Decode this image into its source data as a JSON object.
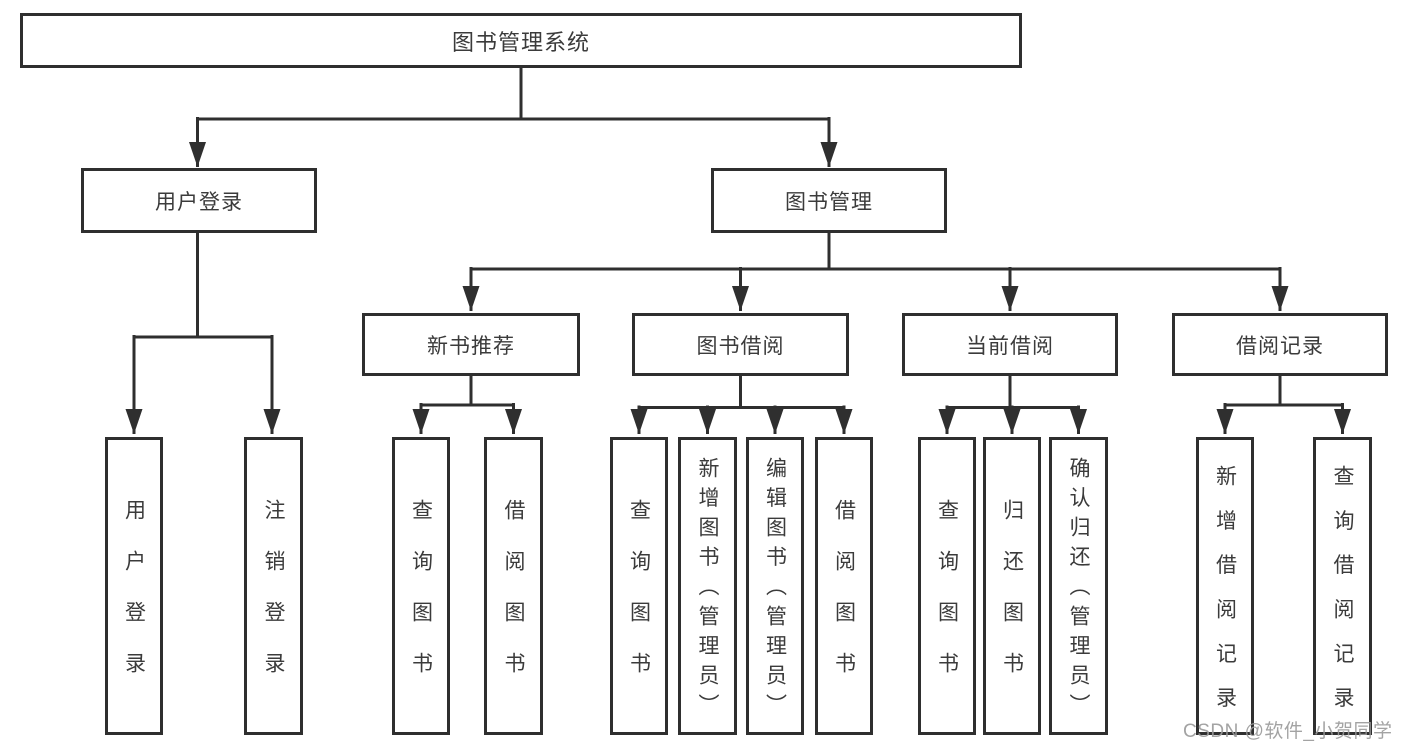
{
  "diagram_title": "图书管理系统",
  "nodes": {
    "root": "图书管理系统",
    "user_login": "用户登录",
    "book_management": "图书管理",
    "new_book_recommend": "新书推荐",
    "book_borrow": "图书借阅",
    "current_borrow": "当前借阅",
    "borrow_record": "借阅记录",
    "leaf_user_login": "用户登录",
    "leaf_logout": "注销登录",
    "leaf_nb_query_book": "查询图书",
    "leaf_nb_borrow_book": "借阅图书",
    "leaf_bb_query_book": "查询图书",
    "leaf_bb_add_book": "新增图书（管理员）",
    "leaf_bb_edit_book": "编辑图书（管理员）",
    "leaf_bb_borrow_book": "借阅图书",
    "leaf_cb_query_book": "查询图书",
    "leaf_cb_return_book": "归还图书",
    "leaf_cb_confirm_return": "确认归还（管理员）",
    "leaf_br_add_record": "新增借阅记录",
    "leaf_br_query_record": "查询借阅记录"
  },
  "hierarchy": {
    "图书管理系统": {
      "用户登录": [
        "用户登录",
        "注销登录"
      ],
      "图书管理": {
        "新书推荐": [
          "查询图书",
          "借阅图书"
        ],
        "图书借阅": [
          "查询图书",
          "新增图书（管理员）",
          "编辑图书（管理员）",
          "借阅图书"
        ],
        "当前借阅": [
          "查询图书",
          "归还图书",
          "确认归还（管理员）"
        ],
        "借阅记录": [
          "新增借阅记录",
          "查询借阅记录"
        ]
      }
    }
  },
  "watermark": "CSDN @软件_小贺同学",
  "colors": {
    "line": "#2f2f2f",
    "box_border": "#2f2f2f",
    "text": "#3b3b3b",
    "background": "#ffffff",
    "watermark": "#9a9a9a"
  }
}
